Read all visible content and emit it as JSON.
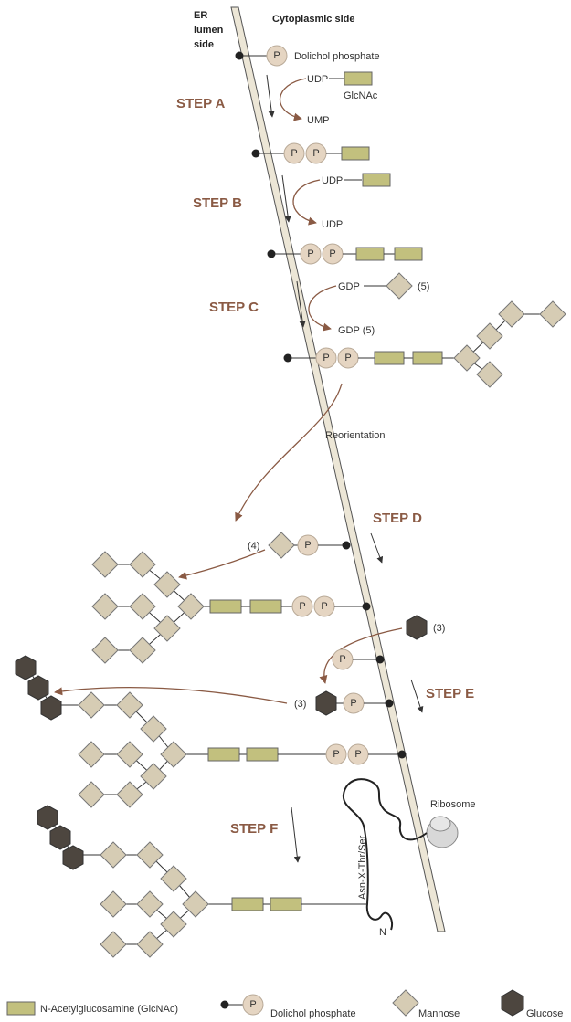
{
  "header": {
    "er_side": [
      "ER",
      "lumen",
      "side"
    ],
    "cyto_side": "Cytoplasmic side"
  },
  "labels": {
    "dolichol_phosphate": "Dolichol phosphate",
    "udp": "UDP",
    "glcnac": "GlcNAc",
    "ump": "UMP",
    "gdp": "GDP",
    "count5": "(5)",
    "gdp5": "GDP (5)",
    "reorientation": "Reorientation",
    "count4": "(4)",
    "count3": "(3)",
    "p": "P",
    "ribosome": "Ribosome",
    "sequon": "Asn-X-Thr/Ser",
    "n_term": "N"
  },
  "steps": [
    "STEP A",
    "STEP B",
    "STEP C",
    "STEP D",
    "STEP E",
    "STEP F"
  ],
  "legend": {
    "glcnac": "N-Acetylglucosamine (GlcNAc)",
    "dolichol": "Dolichol phosphate",
    "mannose": "Mannose",
    "glucose": "Glucose"
  },
  "colors": {
    "glcnac_fill": "#c2c07e",
    "mannose_fill": "#d6ccb4",
    "glucose_fill": "#4d463f",
    "phosphate_fill": "#e5d5c2",
    "arrow": "#8a5a44",
    "membrane": "#ece6d6"
  }
}
